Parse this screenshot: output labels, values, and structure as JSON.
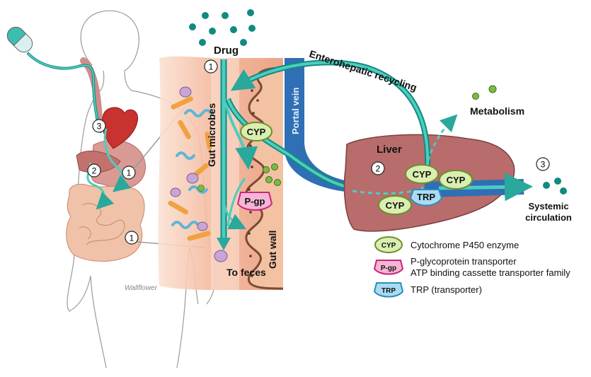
{
  "labels": {
    "drug": "Drug",
    "gut_microbes": "Gut microbes",
    "portal_vein": "Portal vein",
    "enterohepatic": "Enterohepatic recycling",
    "metabolism": "Metabolism",
    "liver": "Liver",
    "systemic_line1": "Systemic",
    "systemic_line2": "circulation",
    "to_feces": "To feces",
    "gut_wall": "Gut wall",
    "signature": "Wallflower"
  },
  "badges": {
    "cyp": "CYP",
    "pgp": "P-gp",
    "trp": "TRP"
  },
  "step_numbers": {
    "one": "1",
    "two": "2",
    "three": "3"
  },
  "legend": [
    {
      "badge": "CYP",
      "text": "Cytochrome P450 enzyme"
    },
    {
      "badge": "P-gp",
      "text": "P-glycoprotein transporter",
      "text2": "ATP binding cassette transporter family"
    },
    {
      "badge": "TRP",
      "text": "TRP (transporter)"
    }
  ],
  "colors": {
    "teal": "#3dbdb0",
    "teal_dark": "#138a80",
    "liver": "#b86c6c",
    "portal_vein": "#2f6fb5",
    "cyp_fill": "#d9efb0",
    "pgp_fill": "#f7b5d6",
    "trp_fill": "#a9dcf2",
    "gut_tissue": "#f3b89a"
  }
}
